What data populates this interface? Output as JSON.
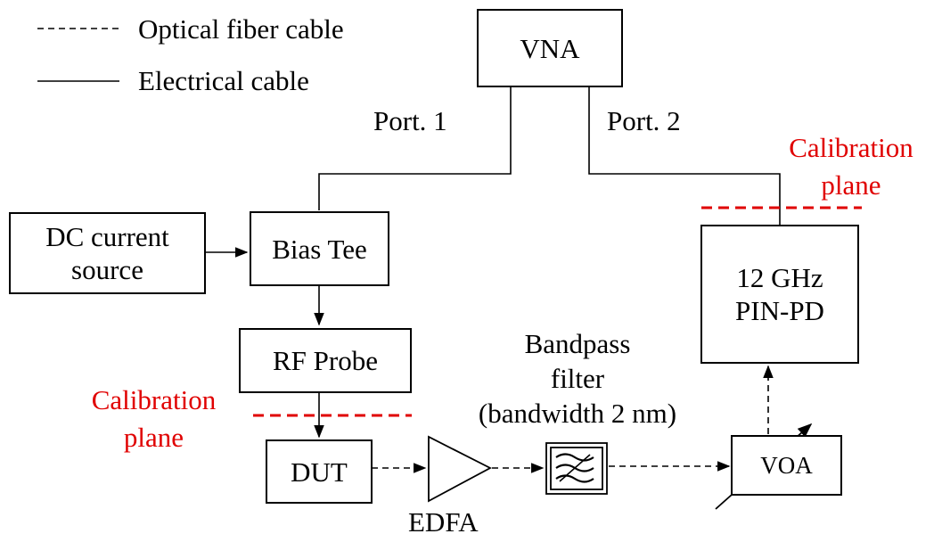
{
  "legend": {
    "optical": "Optical fiber cable",
    "electrical": "Electrical cable"
  },
  "nodes": {
    "vna": "VNA",
    "dc_source_line1": "DC current",
    "dc_source_line2": "source",
    "bias_tee": "Bias Tee",
    "rf_probe": "RF Probe",
    "dut": "DUT",
    "edfa": "EDFA",
    "bandpass_line1": "Bandpass",
    "bandpass_line2": "filter",
    "bandpass_line3": "(bandwidth 2 nm)",
    "voa": "VOA",
    "pd_line1": "12 GHz",
    "pd_line2": "PIN-PD"
  },
  "ports": {
    "port1": "Port. 1",
    "port2": "Port. 2"
  },
  "calibration": {
    "line1": "Calibration",
    "line2": "plane"
  },
  "colors": {
    "calibration": "#e00000",
    "line": "#000000"
  }
}
